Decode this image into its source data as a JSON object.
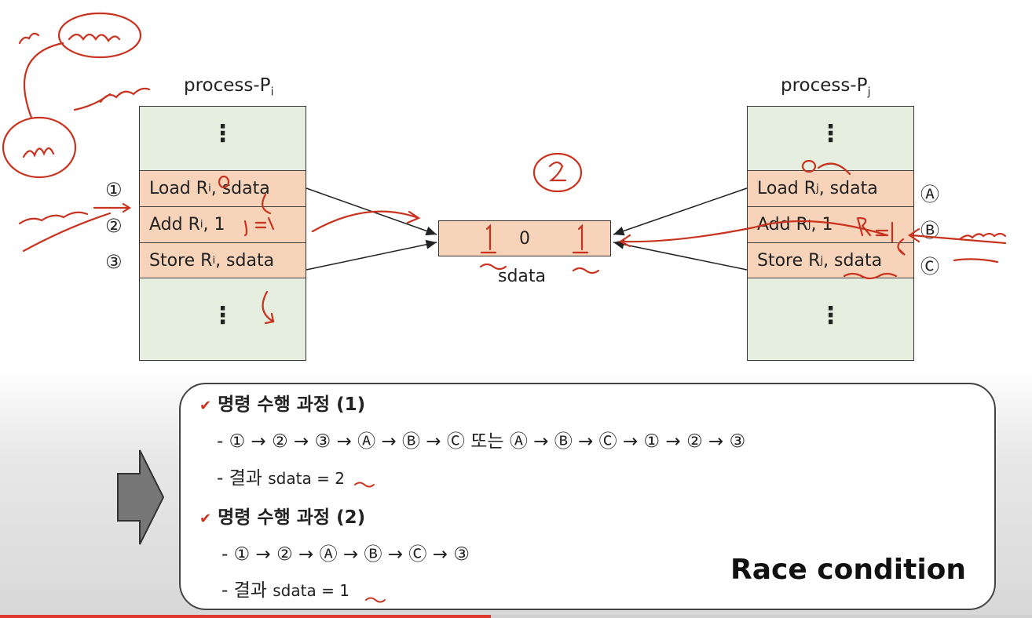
{
  "diagram": {
    "process_i": {
      "title": "process-P",
      "subscript": "i",
      "dots": "⋮",
      "steps": [
        {
          "marker": "①",
          "op": "Load R",
          "sub": "i",
          "rest": ", sdata"
        },
        {
          "marker": "②",
          "op": "Add R",
          "sub": "i",
          "rest": ", 1"
        },
        {
          "marker": "③",
          "op": "Store R",
          "sub": "i",
          "rest": ", sdata"
        }
      ]
    },
    "process_j": {
      "title": "process-P",
      "subscript": "j",
      "dots": "⋮",
      "steps": [
        {
          "marker": "Ⓐ",
          "op": "Load R",
          "sub": "j",
          "rest": ", sdata"
        },
        {
          "marker": "Ⓑ",
          "op": "Add R",
          "sub": "j",
          "rest": ", 1"
        },
        {
          "marker": "Ⓒ",
          "op": "Store R",
          "sub": "j",
          "rest": ", sdata"
        }
      ]
    },
    "shared": {
      "value": "0",
      "label": "sdata"
    }
  },
  "summary": {
    "case1_title": "명령 수행 과정 (1)",
    "case1_sequence": "- ① → ② → ③ → Ⓐ → Ⓑ → Ⓒ  또는 Ⓐ → Ⓑ → Ⓒ → ① → ② → ③",
    "case1_result_label": "- 결과 ",
    "case1_result_value": "sdata = 2",
    "case2_title": "명령 수행 과정 (2)",
    "case2_sequence": "- ① → ② → Ⓐ → Ⓑ → Ⓒ → ③",
    "case2_result_label": "- 결과 ",
    "case2_result_value": "sdata = 1",
    "race_label": "Race condition"
  },
  "colors": {
    "process_fill": "#e6efdf",
    "instruction_fill": "#f6d3b9",
    "annotation_red": "#c8321e",
    "progress_red": "#e03a2f"
  }
}
